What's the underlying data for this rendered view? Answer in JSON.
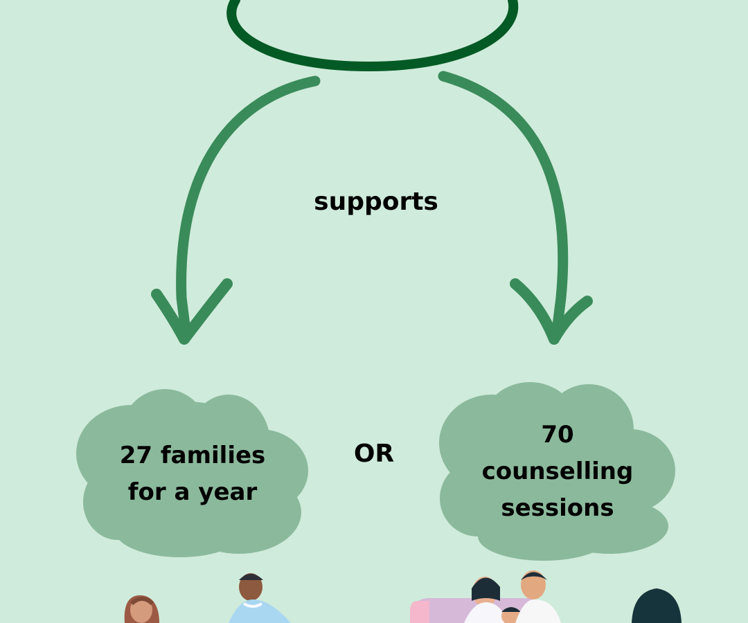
{
  "diagram": {
    "connector_label": "supports",
    "left_option": {
      "lines": [
        "27 families",
        "for a year"
      ]
    },
    "right_option": {
      "lines": [
        "70",
        "counselling",
        "sessions"
      ]
    },
    "separator_label": "OR"
  },
  "colors": {
    "background": "#cfebdb",
    "top_ellipse": "#035a24",
    "arrow": "#3a8b5a",
    "cloud": "#8bb99c",
    "text": "#000000"
  },
  "icons": {
    "left_arrow": "curved-arrow-down-left",
    "right_arrow": "curved-arrow-down-right",
    "people_left": "people-illustration-left",
    "people_right": "family-illustration-right"
  }
}
